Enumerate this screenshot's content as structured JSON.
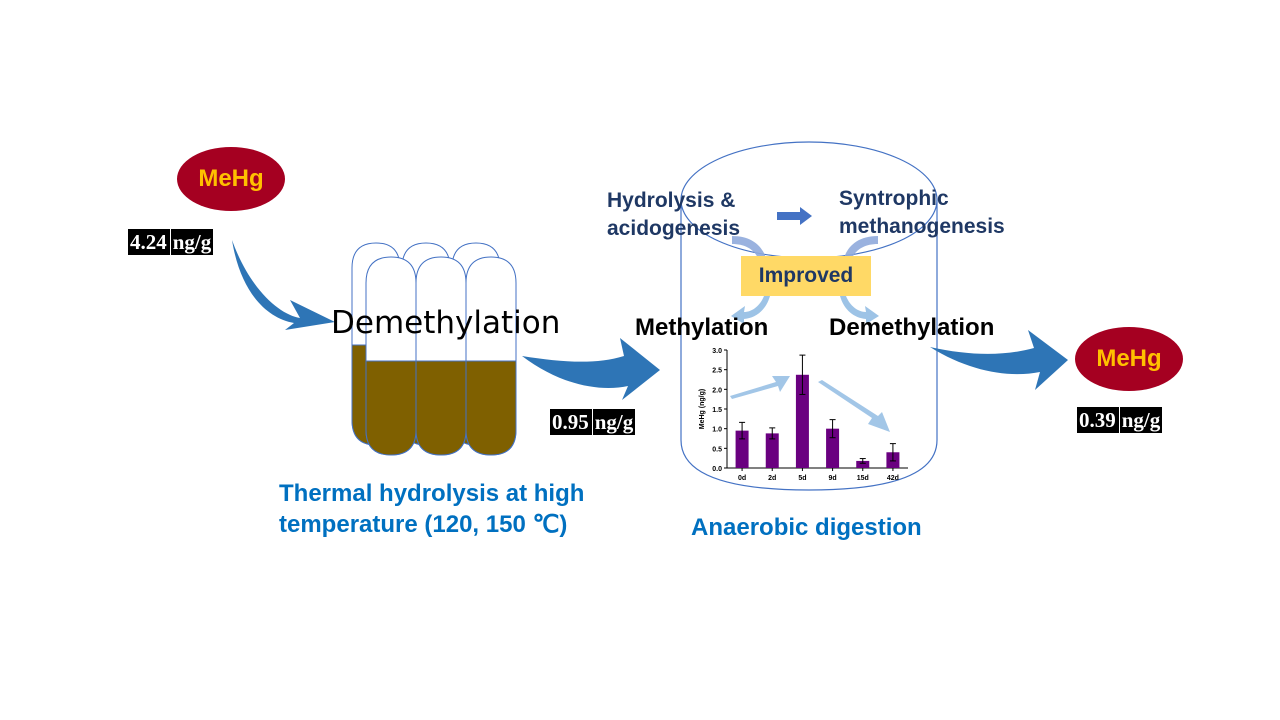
{
  "start": {
    "species": "MeHg",
    "concentration_value": "4.24",
    "concentration_unit": "ng/g"
  },
  "thermal": {
    "process_label": "Demethylation",
    "caption_line1": "Thermal hydrolysis at high",
    "caption_line2": "temperature (120, 150 ℃)",
    "concentration_value": "0.95",
    "concentration_unit": "ng/g"
  },
  "digester": {
    "stage1_line1": "Hydrolysis &",
    "stage1_line2": "acidogenesis",
    "stage2_line1": "Syntrophic",
    "stage2_line2": "methanogenesis",
    "improved_label": "Improved",
    "methylation_label": "Methylation",
    "demethylation_label": "Demethylation",
    "caption": "Anaerobic digestion"
  },
  "end": {
    "species": "MeHg",
    "concentration_value": "0.39",
    "concentration_unit": "ng/g"
  },
  "colors": {
    "oval": "#a50021",
    "oval_text": "#ffc000",
    "arrow_blue": "#2e75b6",
    "sludge": "#7f6000",
    "bar": "#6a0080",
    "improved_box": "#ffd966",
    "navy_text": "#1f3864",
    "caption_blue": "#0070c0"
  },
  "chart_data": {
    "type": "bar",
    "title": "",
    "xlabel": "",
    "ylabel": "MeHg (ng/g)",
    "categories": [
      "0d",
      "2d",
      "5d",
      "9d",
      "15d",
      "42d"
    ],
    "values": [
      0.95,
      0.88,
      2.37,
      1.0,
      0.18,
      0.4
    ],
    "errors": [
      0.21,
      0.14,
      0.5,
      0.23,
      0.06,
      0.22
    ],
    "ylim": [
      0,
      3.0
    ],
    "yticks": [
      "0.0",
      "0.5",
      "1.0",
      "1.5",
      "2.0",
      "2.5",
      "3.0"
    ],
    "grid": false
  }
}
